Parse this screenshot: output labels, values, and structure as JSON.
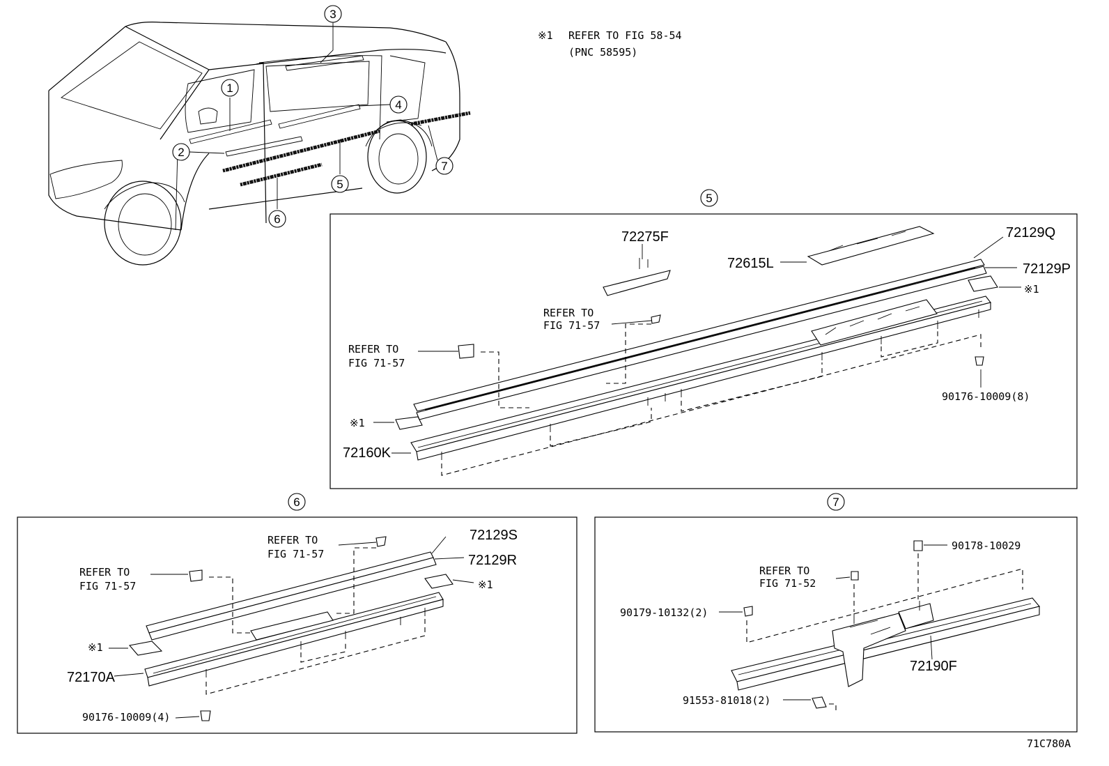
{
  "note": {
    "mark": "※1",
    "text": "REFER TO FIG 58-54",
    "sub": "(PNC 58595)"
  },
  "callouts": {
    "c1": "1",
    "c2": "2",
    "c3": "3",
    "c4": "4",
    "c5": "5",
    "c6": "6",
    "c7": "7"
  },
  "panel5": {
    "title": "5",
    "parts": {
      "p72275F": "72275F",
      "p72615L": "72615L",
      "p72129Q": "72129Q",
      "p72129P": "72129P",
      "mark1": "※1",
      "clip": "90176-10009(8)",
      "p72160K": "72160K",
      "mark2": "※1"
    },
    "refs": {
      "r1a": "REFER TO",
      "r1b": "FIG 71-57",
      "r2a": "REFER TO",
      "r2b": "FIG 71-57"
    }
  },
  "panel6": {
    "title": "6",
    "parts": {
      "p72129S": "72129S",
      "p72129R": "72129R",
      "mark1": "※1",
      "mark2": "※1",
      "p72170A": "72170A",
      "clip": "90176-10009(4)"
    },
    "refs": {
      "r1a": "REFER TO",
      "r1b": "FIG 71-57",
      "r2a": "REFER TO",
      "r2b": "FIG 71-57"
    }
  },
  "panel7": {
    "title": "7",
    "parts": {
      "nut1": "90178-10029",
      "nut2": "90179-10132(2)",
      "p72190F": "72190F",
      "screw": "91553-81018(2)"
    },
    "refs": {
      "r1a": "REFER TO",
      "r1b": "FIG 71-52"
    }
  },
  "footer": {
    "code": "71C780A"
  }
}
